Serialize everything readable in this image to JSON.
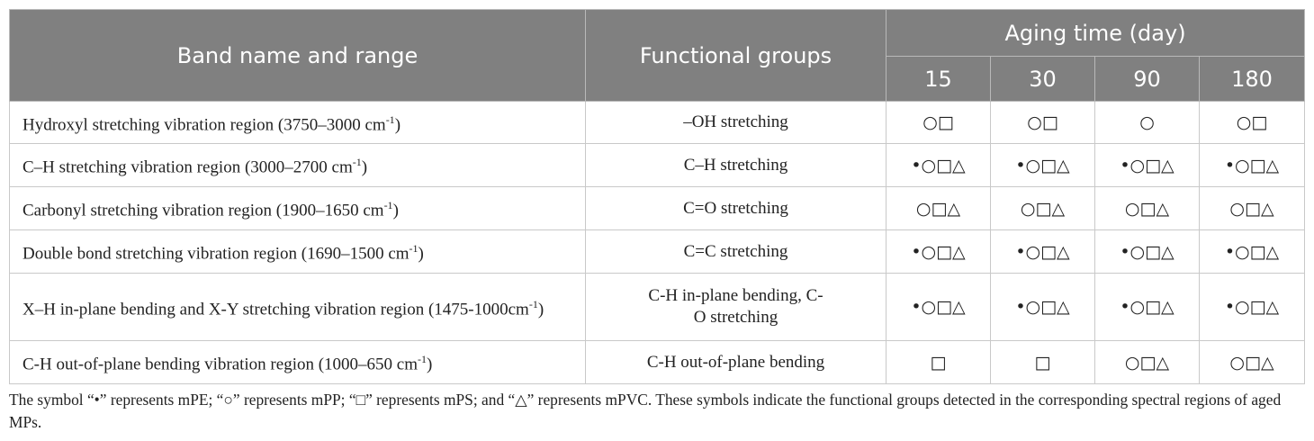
{
  "header": {
    "band": "Band name and range",
    "functional": "Functional groups",
    "aging": "Aging time (day)",
    "days": [
      "15",
      "30",
      "90",
      "180"
    ]
  },
  "rows": [
    {
      "band": "Hydroxyl stretching vibration region (3750–3000 cm",
      "band_sup": "-1",
      "band_tail": ")",
      "func": "–OH stretching",
      "symbols": [
        "○□",
        "○□",
        "○",
        "○□"
      ]
    },
    {
      "band": "C–H stretching vibration region (3000–2700 cm",
      "band_sup": "-1",
      "band_tail": ")",
      "func": "C–H stretching",
      "symbols": [
        "•○□△",
        "•○□△",
        "•○□△",
        "•○□△"
      ]
    },
    {
      "band": "Carbonyl stretching vibration region (1900–1650 cm",
      "band_sup": "-1",
      "band_tail": ")",
      "func": "C=O stretching",
      "symbols": [
        "○□△",
        "○□△",
        "○□△",
        "○□△"
      ]
    },
    {
      "band": "Double bond stretching vibration region (1690–1500 cm",
      "band_sup": "-1",
      "band_tail": ")",
      "func": "C=C stretching",
      "symbols": [
        "•○□△",
        "•○□△",
        "•○□△",
        "•○□△"
      ]
    },
    {
      "band": "X–H in-plane bending and X-Y stretching vibration region (1475-1000cm",
      "band_sup": "-1",
      "band_tail": ")",
      "func_lines": [
        "C-H in-plane bending, C-",
        "O stretching"
      ],
      "symbols": [
        "•○□△",
        "•○□△",
        "•○□△",
        "•○□△"
      ]
    },
    {
      "band": "C-H out-of-plane bending vibration region (1000–650 cm",
      "band_sup": "-1",
      "band_tail": ")",
      "func": "C-H out-of-plane bending",
      "symbols": [
        "□",
        "□",
        "○□△",
        "○□△"
      ]
    }
  ],
  "footnote": "The symbol “•” represents mPE; “○” represents mPP; “□” represents mPS; and “△” represents mPVC. These symbols indicate the functional groups detected in the corresponding spectral regions of aged MPs."
}
